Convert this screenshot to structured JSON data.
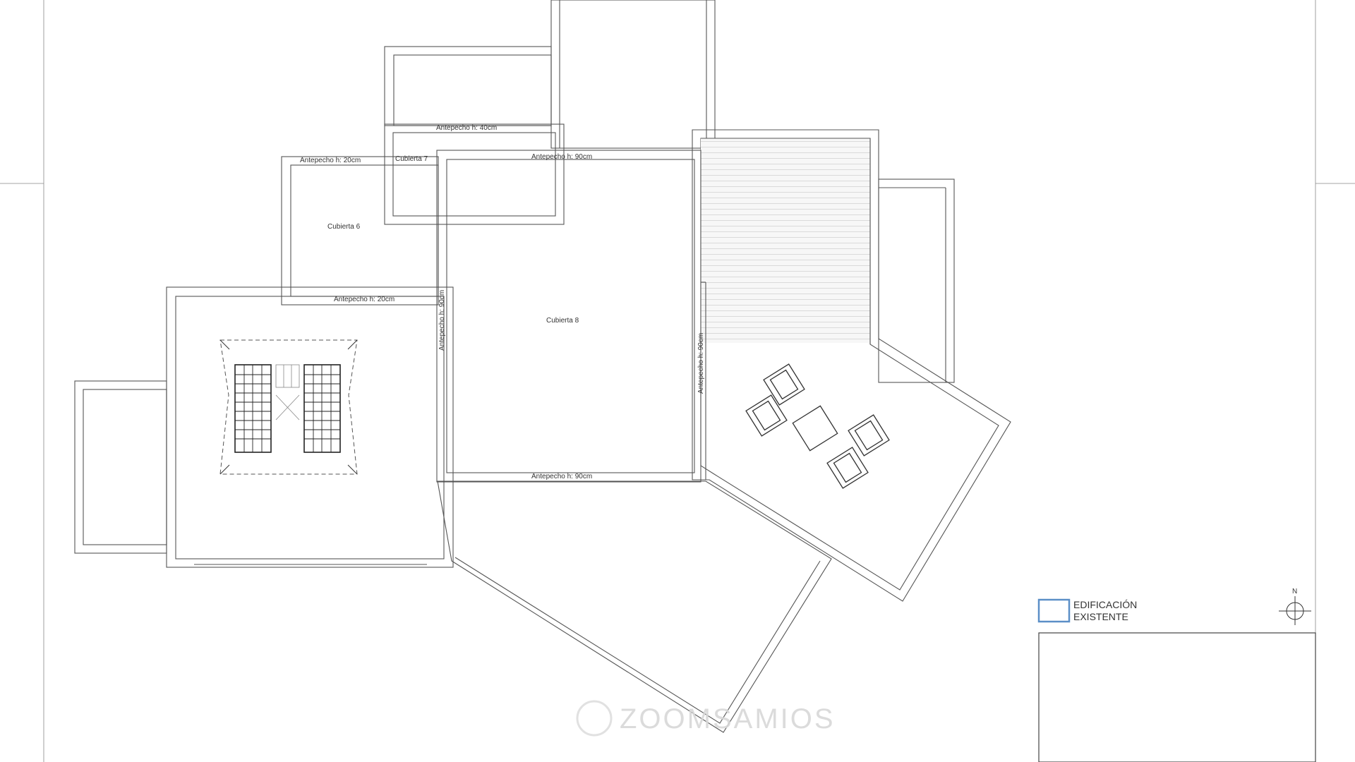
{
  "labels": {
    "antepecho_40": "Antepecho  h: 40cm",
    "antepecho_20_top": "Antepecho  h: 20cm",
    "antepecho_20_mid": "Antepecho  h: 20cm",
    "antepecho_90_top": "Antepecho  h: 90cm",
    "antepecho_90_bottom": "Antepecho  h: 90cm",
    "antepecho_90_left_vertical": "Antepecho  h: 90cm",
    "antepecho_90_right_vertical": "Antepecho  h: 90cm",
    "cubierta_6": "Cubierta 6",
    "cubierta_7": "Cubierta 7",
    "cubierta_8": "Cubierta 8"
  },
  "legend": {
    "line1": "EDIFICACIÓN",
    "line2": "EXISTENTE",
    "swatch_color": "#5b8fc7"
  },
  "north": {
    "label": "N"
  },
  "watermark": {
    "text": "ZOOMSAMIOS"
  },
  "colors": {
    "line": "#555555",
    "fill": "#f4f4f4"
  }
}
